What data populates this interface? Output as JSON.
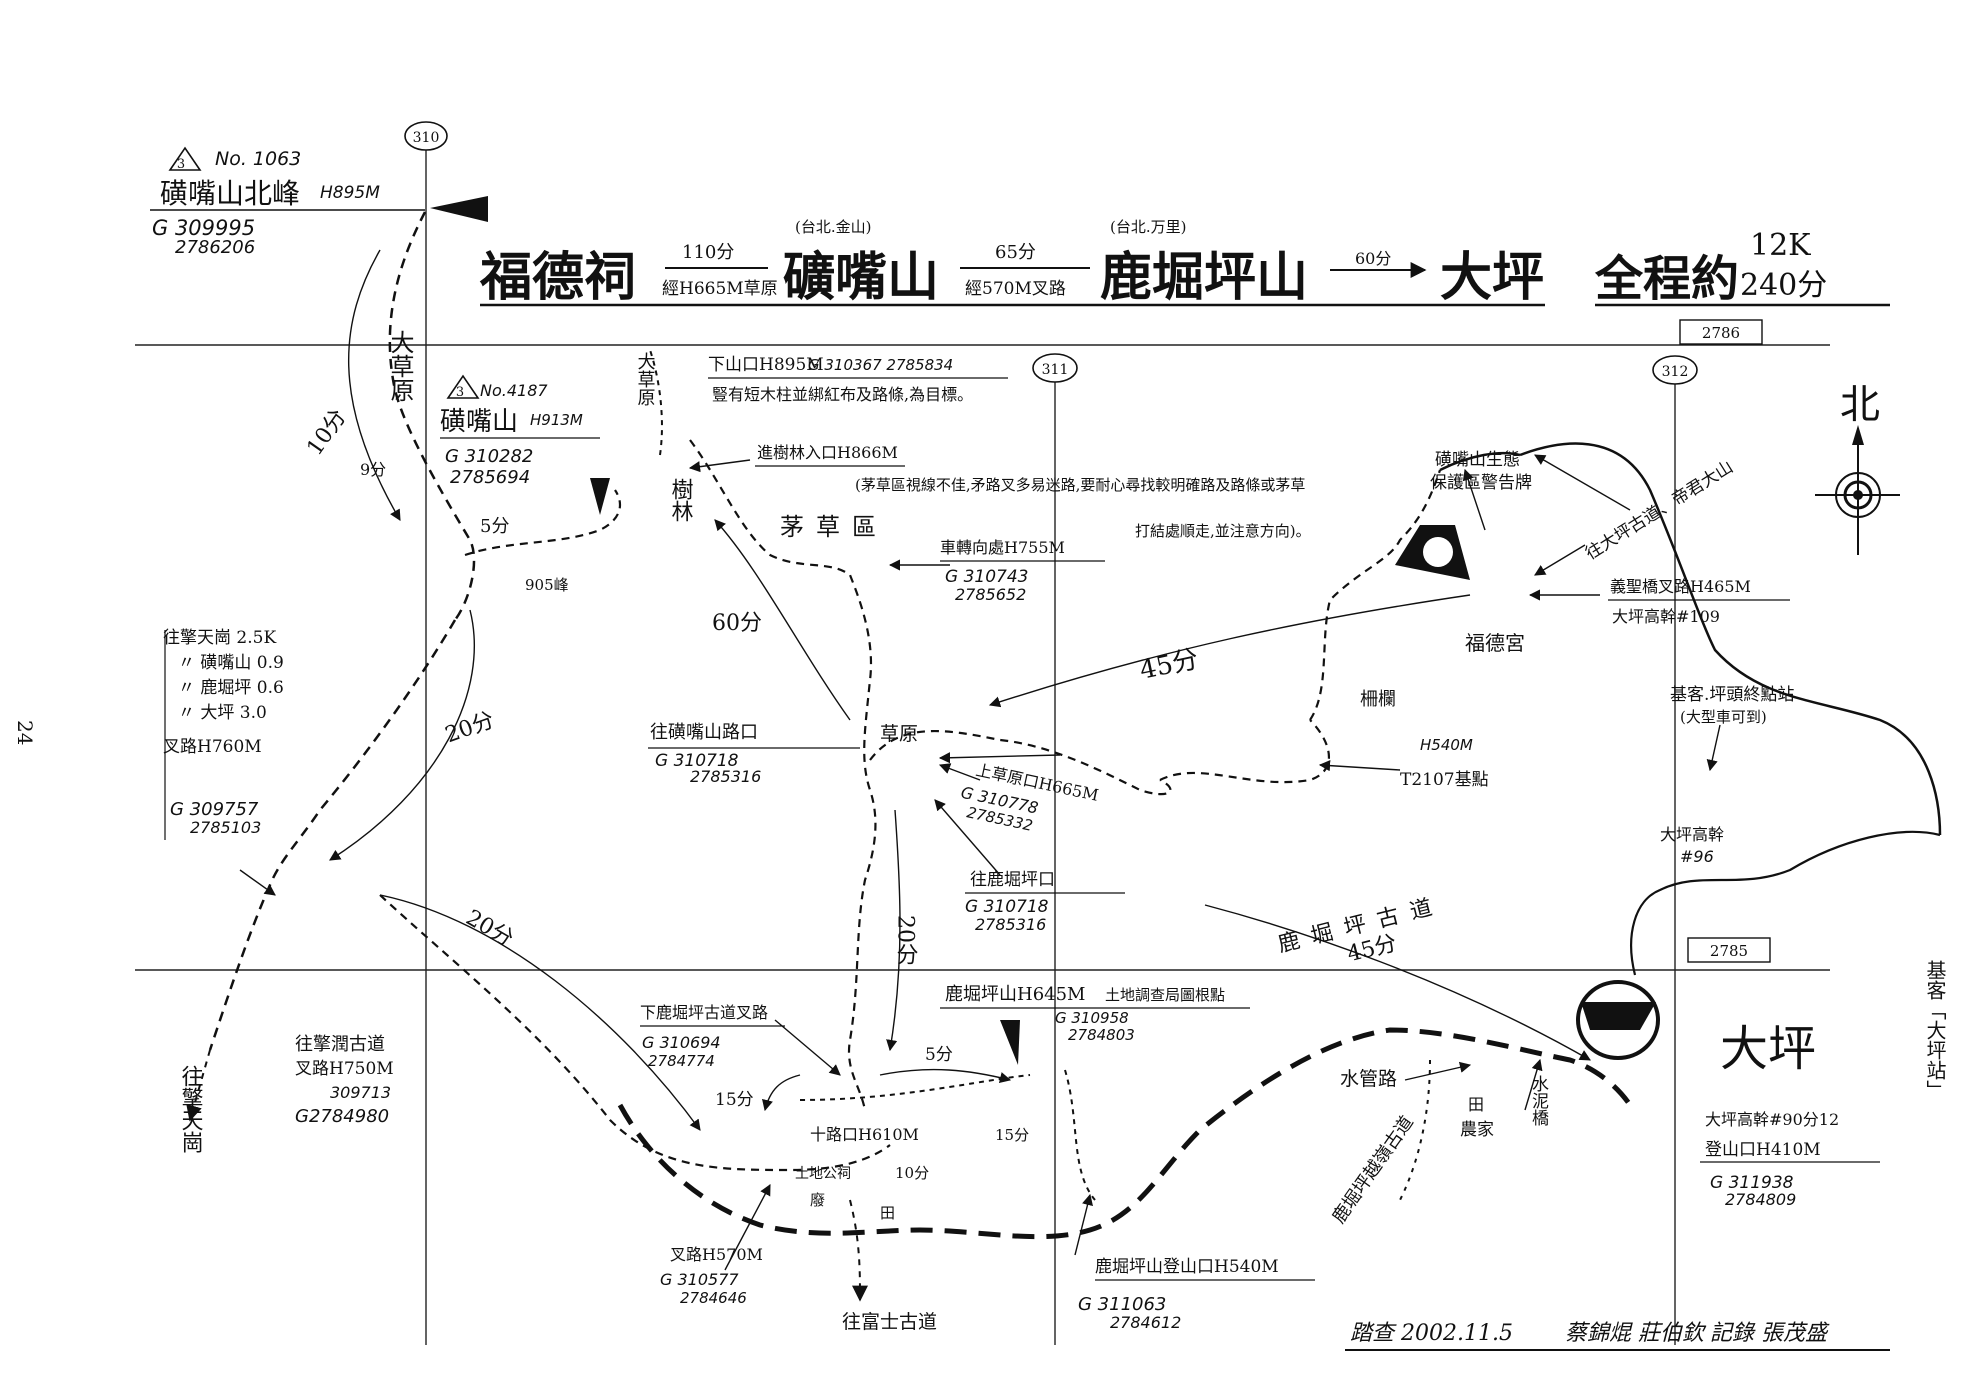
{
  "page_number": "24",
  "title": {
    "stop1": "福德祠",
    "seg1_time": "110分",
    "seg1_via": "經H665M草原",
    "stop2": "礦嘴山",
    "stop2_region": "(台北.金山)",
    "seg2_time": "65分",
    "seg2_via": "經570M叉路",
    "stop3": "鹿堀坪山",
    "stop3_region": "(台北.万里)",
    "seg3_time": "60分",
    "stop4": "大坪",
    "total_label": "全程約",
    "total_distance": "12K",
    "total_time": "240分"
  },
  "grid_labels": {
    "x310": "310",
    "x311": "311",
    "x312": "312",
    "y2786": "2786",
    "y2785": "2785"
  },
  "compass": {
    "north": "北"
  },
  "peaks": {
    "north_peak": {
      "badge": "3",
      "number": "No. 1063",
      "name": "磺嘴山北峰",
      "height": "H895M",
      "coord1": "G 309995",
      "coord2": "2786206"
    },
    "main_peak": {
      "badge": "3",
      "number": "No.4187",
      "name": "磺嘴山",
      "height": "H913M",
      "coord1": "G 310282",
      "coord2": "2785694"
    },
    "peak905": "905峰"
  },
  "labels": {
    "grassland_vertical": "大草原",
    "forest_vertical": "樹林",
    "grassland2_vertical": "大草原",
    "time_10": "10分",
    "time_5a": "5分",
    "time_9": "9分",
    "descent": {
      "name": "下山口H895M",
      "coord": "G 310367 2785834",
      "note": "豎有短木柱並綁紅布及路條,為目標。"
    },
    "forest_entry": "進樹林入口H866M",
    "grass_zone": "茅草區",
    "grass_note1": "(茅草區視線不佳,矛路叉多易迷路,要耐心尋找較明確路及路條或茅草",
    "grass_note2": "打結處順走,並注意方向)。",
    "turn_point": {
      "name": "車轉向處H755M",
      "coord1": "G 310743",
      "coord2": "2785652"
    },
    "reserve_sign": {
      "line1": "磺嘴山生態",
      "line2": "保護區警告牌"
    },
    "fude_temple": "福德宮",
    "to_datping": "往大坪古道、帝君大山",
    "yisheng_bridge": {
      "name": "義聖橋叉路H465M",
      "line2": "大坪高幹#109"
    },
    "time_45": "45分",
    "time_60": "60分",
    "fence": "柵欄",
    "t2107": {
      "height": "H540M",
      "name": "T2107基點"
    },
    "bus": {
      "line1": "基客.坪頭終點站",
      "line2": "(大型車可到)"
    },
    "pole96": {
      "line1": "大坪高幹",
      "line2": "#96"
    },
    "to_huangzui": {
      "name": "往磺嘴山路口",
      "coord1": "G 310718",
      "coord2": "2785316"
    },
    "grassland_small": "草原",
    "upper_grass": {
      "name": "上草原口H665M",
      "coord1": "G 310778",
      "coord2": "2785332"
    },
    "to_luku": {
      "name": "往鹿堀坪口",
      "coord1": "G 310718",
      "coord2": "2785316"
    },
    "time_20b": "20分",
    "junction_info": {
      "line1": "往擎天崗 2.5K",
      "line2": "〃 磺嘴山 0.9",
      "line3": "〃 鹿堀坪 0.6",
      "line4": "〃 大坪 3.0",
      "line5": "叉路H760M",
      "coord1": "G 309757",
      "coord2": "2785103"
    },
    "time_20a": "20分",
    "time_20c": "20分",
    "to_qingtian": "往擎天崗",
    "qingtian_road": {
      "name": "往擎潤古道",
      "line2": "叉路H750M",
      "coord1": "309713",
      "coord2": "G2784980"
    },
    "luku_ancient": {
      "name": "鹿堀坪古道",
      "time": "45分"
    },
    "luku_peak": {
      "name": "鹿堀坪山H645M",
      "note": "土地調查局圖根點",
      "coord1": "G 310958",
      "coord2": "2784803"
    },
    "lower_fork": {
      "name": "下鹿堀坪古道叉路",
      "coord1": "G 310694",
      "coord2": "2784774"
    },
    "time_5b": "5分",
    "time_15a": "15分",
    "time_15b": "15分",
    "crossroad": "十路口H610M",
    "earth_temple": "土地公祠",
    "time_10b": "10分",
    "field": "田",
    "ruins": "廢",
    "fork570": {
      "name": "叉路H570M",
      "coord1": "G 310577",
      "coord2": "2784646"
    },
    "to_fushi": "往富士古道",
    "luku_trailhead": {
      "name": "鹿堀坪山登山口H540M",
      "coord1": "G 311063",
      "coord2": "2784612"
    },
    "water_pipe": "水管路",
    "ancient_cross": "鹿堀坪越嶺古道",
    "field2": "田",
    "farmhouse": "農家",
    "cement_bridge": "水泥橋",
    "datping_big": "大坪",
    "datping_pole": {
      "line1": "大坪高幹#90分12",
      "line2": "登山口H410M",
      "coord1": "G 311938",
      "coord2": "2784809"
    },
    "bus_stop_vertical": "基客「大坪站」"
  },
  "footer": {
    "survey": "踏查 2002.11.5",
    "surveyors": "蔡錦焜 莊伯欽",
    "recorder": "記錄 張茂盛"
  },
  "colors": {
    "ink": "#111111",
    "paper": "#ffffff"
  }
}
